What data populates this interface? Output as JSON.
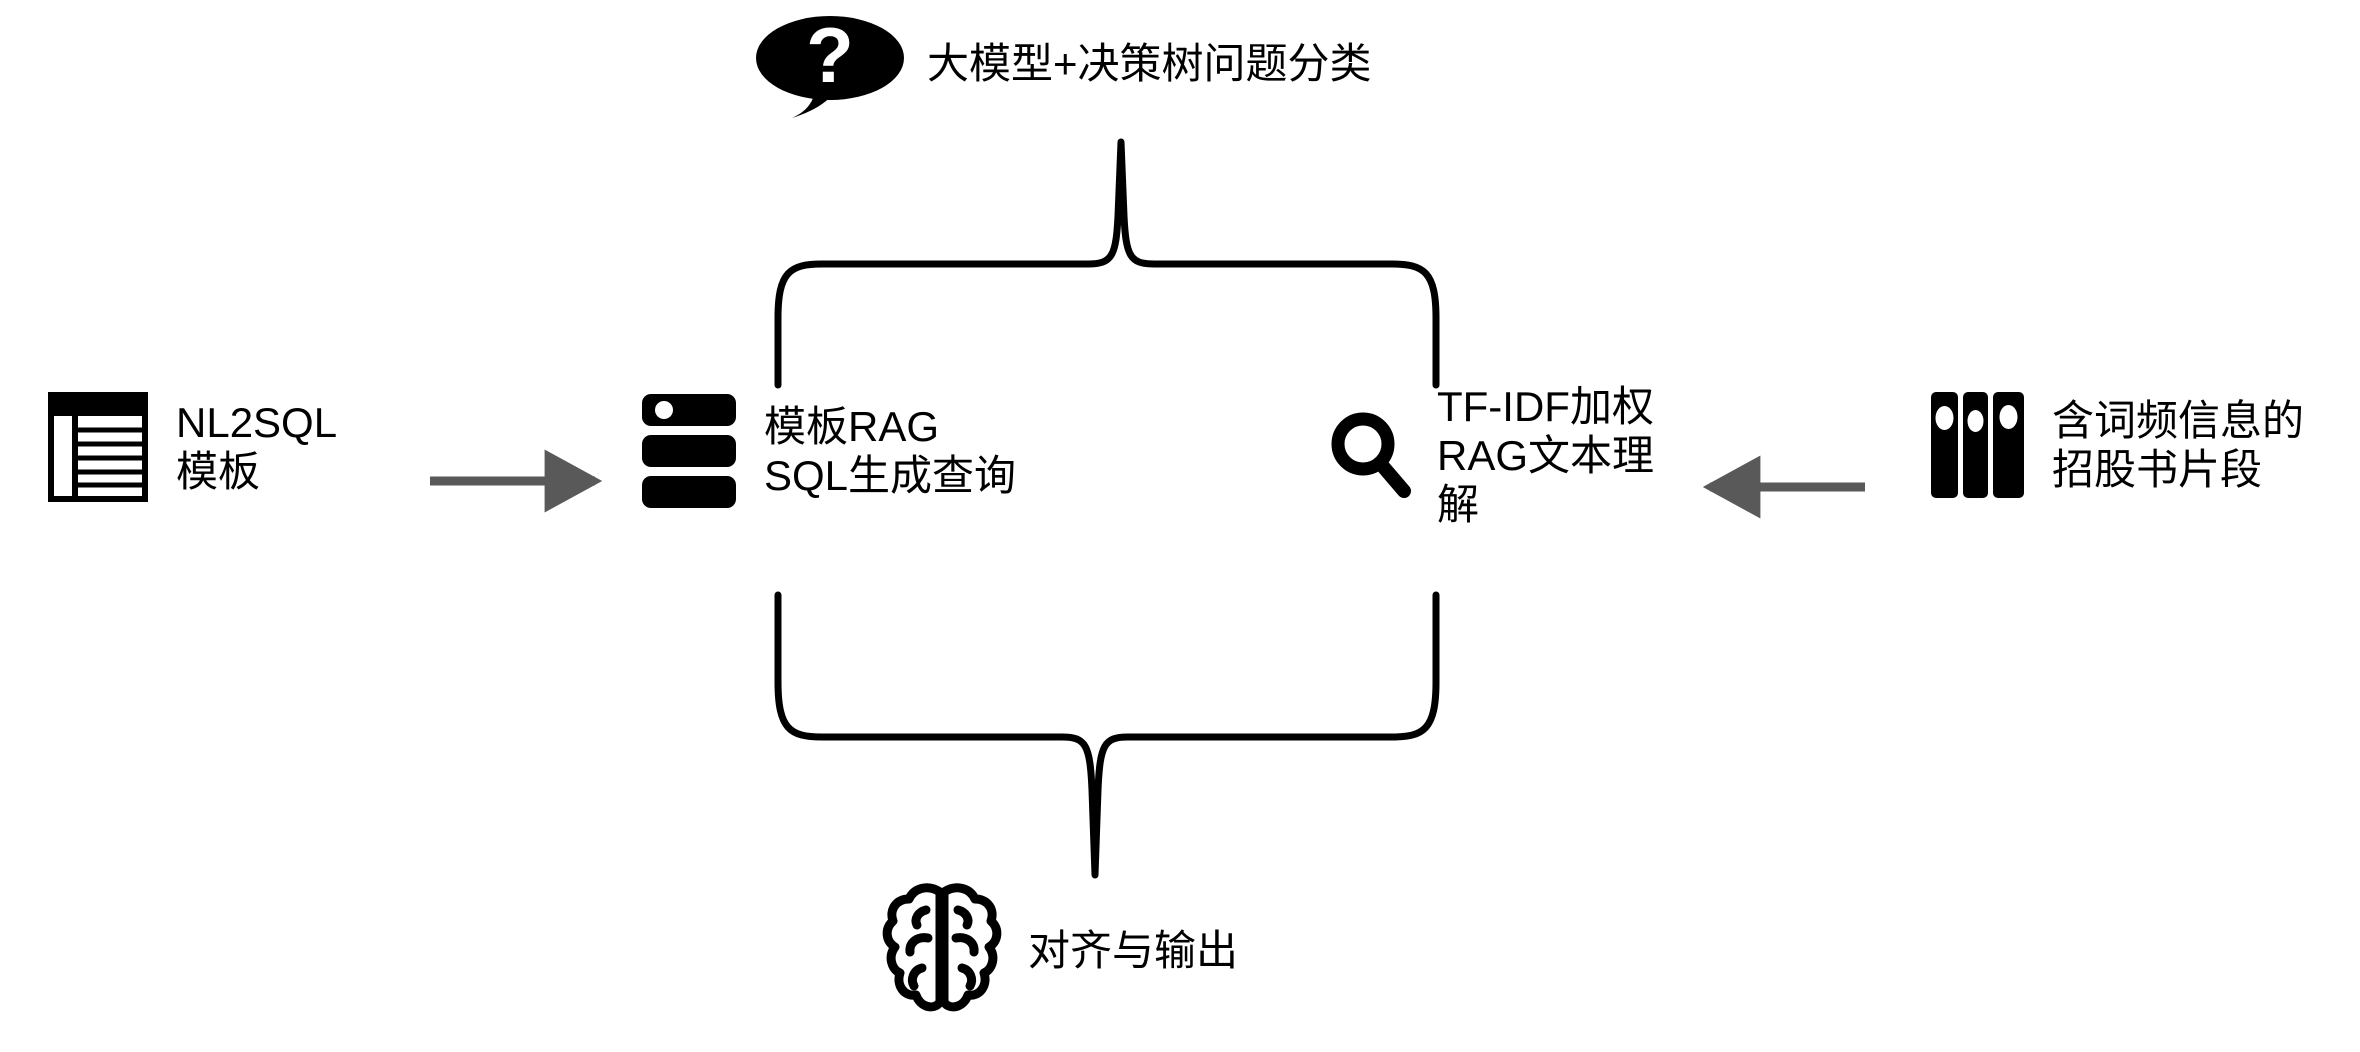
{
  "diagram": {
    "title": "RAG pipeline architecture diagram",
    "background_color": "#ffffff",
    "line_color": "#000000",
    "arrow_color": "#595959",
    "text_color": "#000000"
  },
  "nodes": {
    "nl2sql": {
      "icon": "table-icon",
      "label": "NL2SQL\n模板"
    },
    "template_rag": {
      "icon": "server-icon",
      "label": "模板RAG\nSQL生成查询"
    },
    "tfidf_rag": {
      "icon": "magnifier-icon",
      "label": "TF-IDF加权\nRAG文本理\n解"
    },
    "prospectus": {
      "icon": "books-icon",
      "label": "含词频信息的\n招股书片段"
    },
    "classify": {
      "icon": "question-bubble-icon",
      "label": "大模型+决策树问题分类"
    },
    "align": {
      "icon": "brain-icon",
      "label": "对齐与输出"
    }
  },
  "connectors": [
    {
      "name": "nl2sql-to-template-rag",
      "from": "nl2sql",
      "to": "template_rag",
      "direction": "right",
      "style": "arrow"
    },
    {
      "name": "prospectus-to-tfidf-rag",
      "from": "prospectus",
      "to": "tfidf_rag",
      "direction": "left",
      "style": "arrow"
    },
    {
      "name": "top-brace",
      "from": "group",
      "to": "classify",
      "direction": "up",
      "style": "curly-brace"
    },
    {
      "name": "bottom-brace",
      "from": "group",
      "to": "align",
      "direction": "down",
      "style": "curly-brace"
    }
  ]
}
